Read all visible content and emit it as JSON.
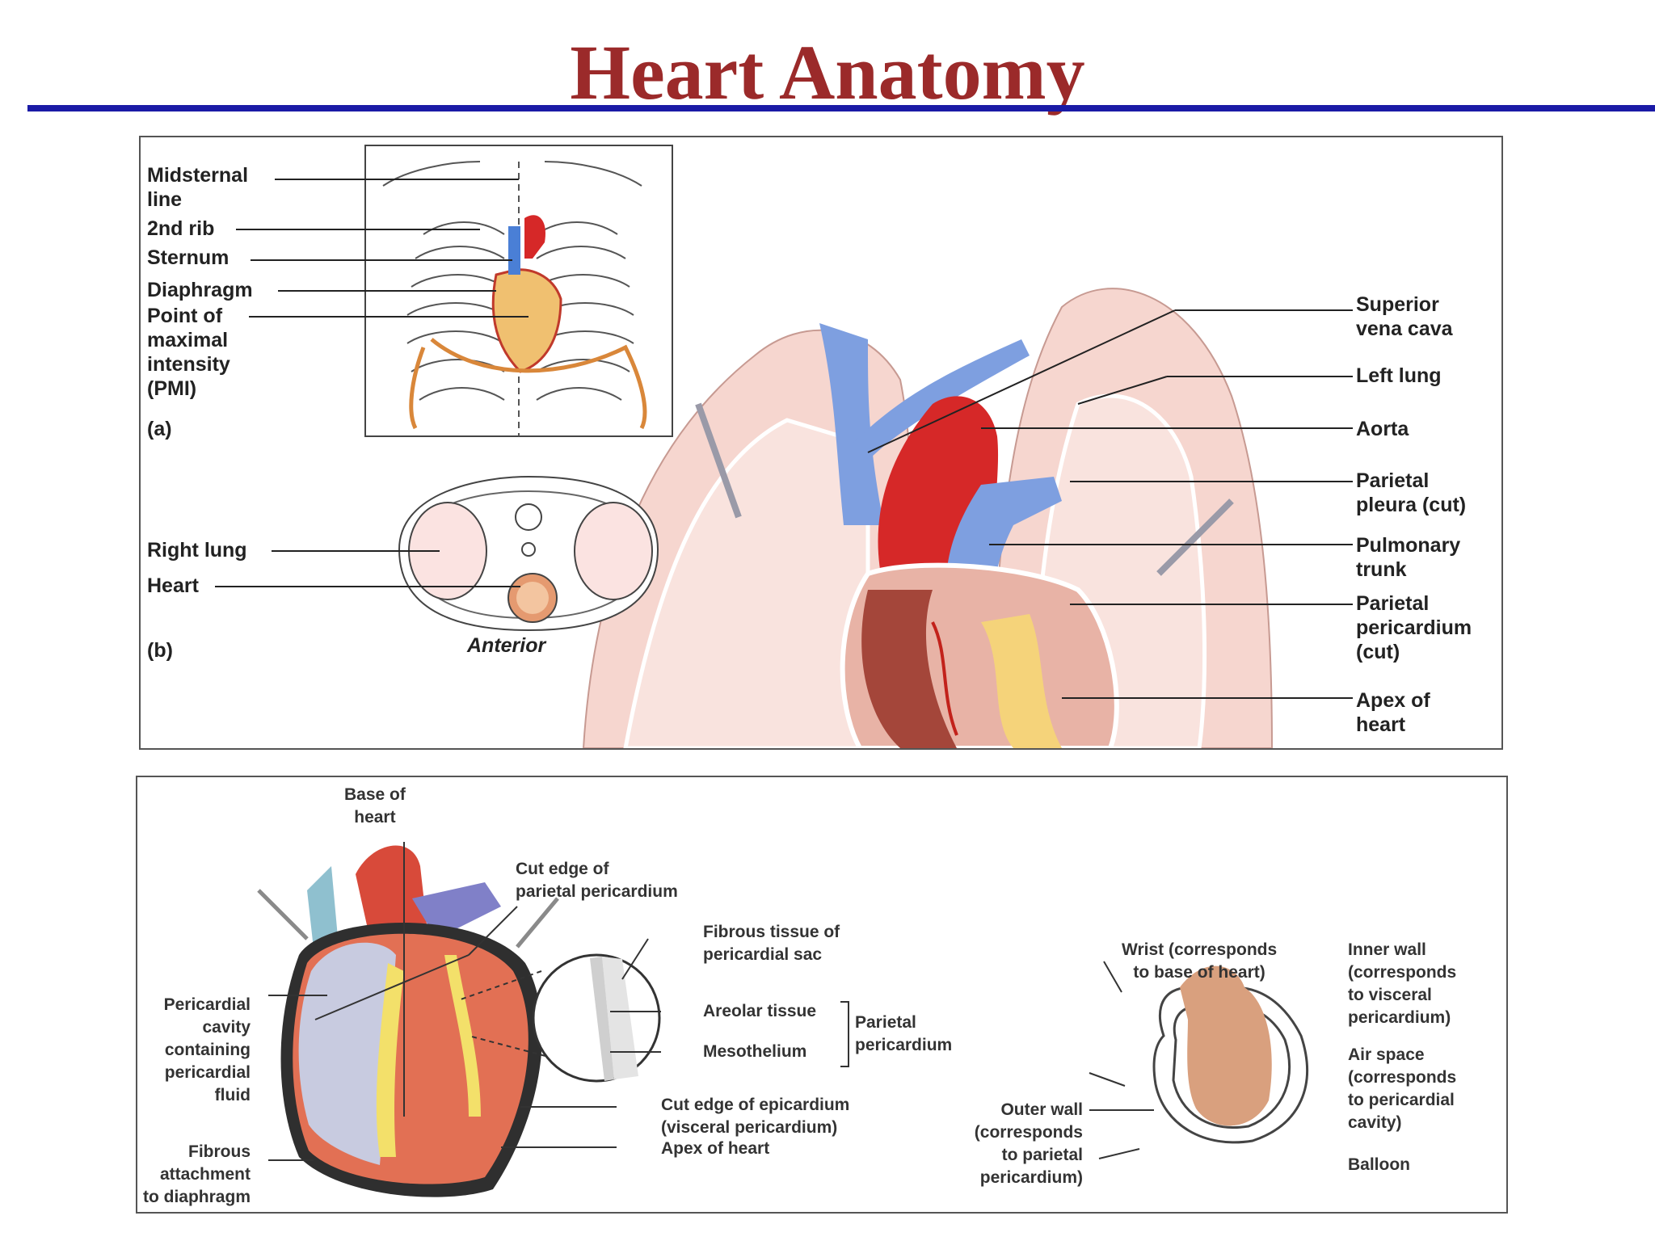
{
  "title": "Heart Anatomy",
  "panel_top": {
    "label_a": "(a)",
    "label_b": "(b)",
    "midsternal": "Midsternal\nline",
    "rib2": "2nd rib",
    "sternum": "Sternum",
    "diaphragm": "Diaphragm",
    "pmi": "Point of\nmaximal\nintensity\n(PMI)",
    "right_lung": "Right lung",
    "heart": "Heart",
    "anterior": "Anterior",
    "svc": "Superior\nvena cava",
    "left_lung": "Left lung",
    "aorta": "Aorta",
    "parietal_pleura": "Parietal\npleura (cut)",
    "pulmonary_trunk": "Pulmonary\ntrunk",
    "parietal_pericardium": "Parietal\npericardium\n(cut)",
    "apex": "Apex of\nheart"
  },
  "panel_bottom": {
    "base_of_heart": "Base of\nheart",
    "cut_edge_parietal": "Cut edge of\nparietal pericardium",
    "fibrous_tissue": "Fibrous tissue of\npericardial sac",
    "areolar": "Areolar tissue",
    "mesothelium": "Mesothelium",
    "parietal_pericardium": "Parietal\npericardium",
    "pericardial_cavity": "Pericardial\ncavity\ncontaining\npericardial\nfluid",
    "fibrous_attachment": "Fibrous\nattachment\nto diaphragm",
    "cut_edge_epicardium": "Cut edge of epicardium\n(visceral pericardium)",
    "apex": "Apex of heart",
    "wrist": "Wrist (corresponds\nto base of heart)",
    "inner_wall": "Inner wall\n(corresponds\nto visceral\npericardium)",
    "air_space": "Air space\n(corresponds\nto pericardial\ncavity)",
    "outer_wall": "Outer wall\n(corresponds\nto parietal\npericardium)",
    "balloon": "Balloon"
  }
}
